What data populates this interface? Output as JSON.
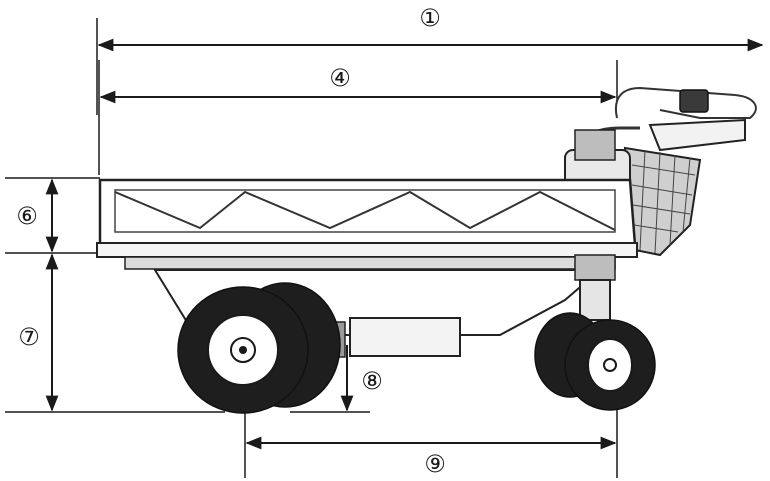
{
  "labels": {
    "overall_length": "①",
    "bed_length": "④",
    "bed_height": "⑥",
    "deck_height": "⑦",
    "ground_clearance": "⑧",
    "wheelbase": "⑨"
  }
}
